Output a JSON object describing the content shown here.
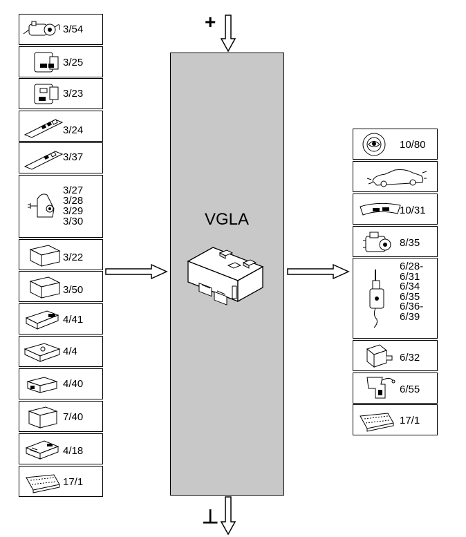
{
  "module": {
    "label": "VGLA"
  },
  "power": {
    "plus": "+",
    "ground": "⊥"
  },
  "inputs": [
    {
      "code": "3/54",
      "icon": "ignition-switch-icon"
    },
    {
      "code": "3/25",
      "icon": "switch-icon"
    },
    {
      "code": "3/23",
      "icon": "switch-icon"
    },
    {
      "code": "3/24",
      "icon": "window-switch-panel-icon"
    },
    {
      "code": "3/37",
      "icon": "window-switch-panel-icon"
    },
    {
      "code": "3/27\n3/28\n3/29\n3/30",
      "icon": "door-lock-switch-icon"
    },
    {
      "code": "3/22",
      "icon": "control-module-icon"
    },
    {
      "code": "3/50",
      "icon": "control-module-icon"
    },
    {
      "code": "4/41",
      "icon": "module-icon"
    },
    {
      "code": "4/4",
      "icon": "airbag-module-icon"
    },
    {
      "code": "4/40",
      "icon": "module-icon"
    },
    {
      "code": "7/40",
      "icon": "module-icon"
    },
    {
      "code": "4/18",
      "icon": "connector-icon"
    },
    {
      "code": "17/1",
      "icon": "diagnostic-connector-icon"
    }
  ],
  "outputs": [
    {
      "code": "10/80",
      "icon": "indicator-lamp-icon"
    },
    {
      "code": "",
      "icon": "car-icon"
    },
    {
      "code": "10/31",
      "icon": "interior-lamp-icon"
    },
    {
      "code": "8/35",
      "icon": "siren-icon"
    },
    {
      "code": "6/28-\n6/31\n6/34\n6/35\n6/36-\n6/39",
      "icon": "lock-motor-icon"
    },
    {
      "code": "6/32",
      "icon": "actuator-icon"
    },
    {
      "code": "6/55",
      "icon": "actuator-icon"
    },
    {
      "code": "17/1",
      "icon": "diagnostic-connector-icon"
    }
  ]
}
